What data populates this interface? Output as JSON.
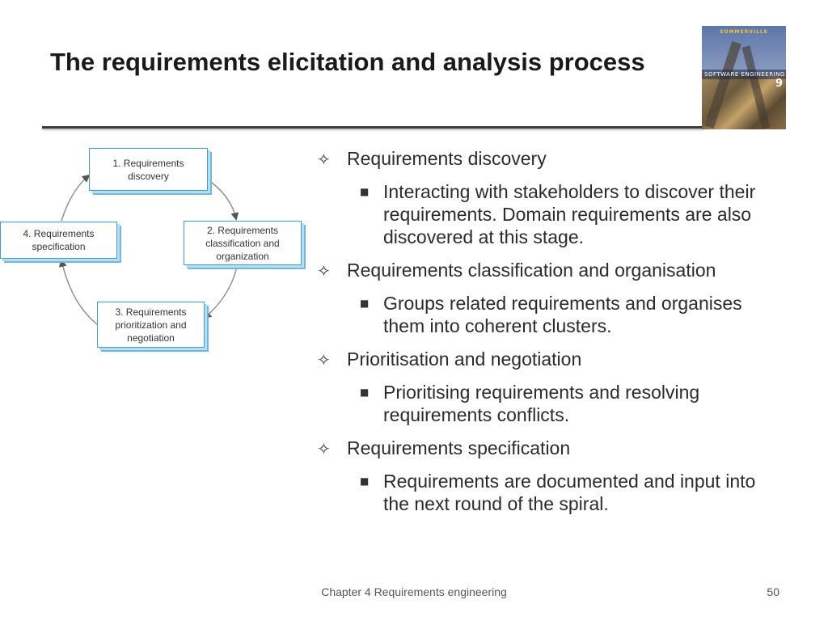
{
  "slide": {
    "title": "The requirements elicitation and analysis process"
  },
  "book_cover": {
    "author": "SOMMERVILLE",
    "title": "SOFTWARE ENGINEERING",
    "edition": "9"
  },
  "diagram": {
    "boxes": [
      {
        "id": "1",
        "label": "1. Requirements discovery"
      },
      {
        "id": "2",
        "label": "2. Requirements classification and organization"
      },
      {
        "id": "3",
        "label": "3. Requirements prioritization and negotiation"
      },
      {
        "id": "4",
        "label": "4. Requirements specification"
      }
    ],
    "colors": {
      "box_border": "#3aa0d6",
      "box_shadow": "#6fb8e2",
      "arrow": "#8a8a8a"
    }
  },
  "bullets": [
    {
      "text": "Requirements discovery",
      "sub": [
        "Interacting with stakeholders to discover their requirements. Domain requirements are also discovered at this stage."
      ]
    },
    {
      "text": "Requirements classification and organisation",
      "sub": [
        "Groups related requirements and organises them into coherent clusters."
      ]
    },
    {
      "text": "Prioritisation and negotiation",
      "sub": [
        "Prioritising requirements and resolving requirements conflicts."
      ]
    },
    {
      "text": "Requirements specification",
      "sub": [
        "Requirements are documented and input into the next round of the spiral."
      ]
    }
  ],
  "markers": {
    "level1": "✧",
    "level2": "■"
  },
  "footer": {
    "text": "Chapter 4 Requirements engineering",
    "page_number": "50"
  }
}
